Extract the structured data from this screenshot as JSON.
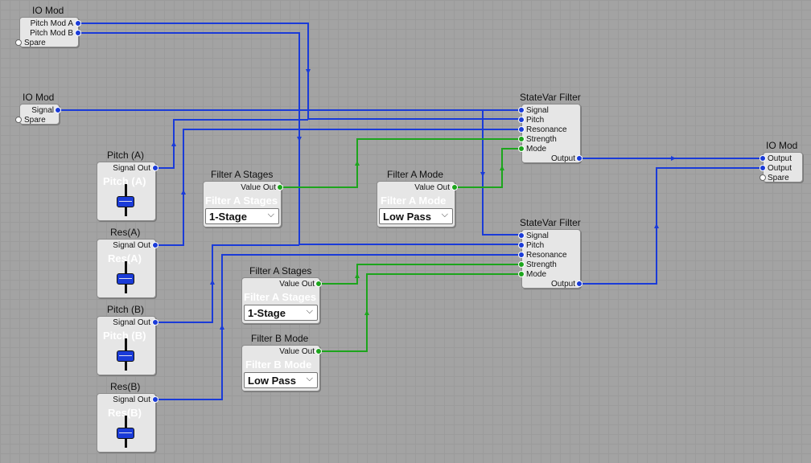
{
  "colors": {
    "wire_blue": "#1a3bd8",
    "wire_green": "#1ca51c"
  },
  "io_mod_top": {
    "title": "IO Mod",
    "ports": [
      "Pitch Mod A",
      "Pitch Mod B",
      "Spare"
    ]
  },
  "io_mod_mid": {
    "title": "IO Mod",
    "ports": [
      "Signal",
      "Spare"
    ]
  },
  "io_mod_right": {
    "title": "IO Mod",
    "ports": [
      "Output",
      "Output",
      "Spare"
    ]
  },
  "knobs": [
    {
      "title": "Pitch (A)",
      "port": "Signal Out",
      "ghost": "Pitch (A)"
    },
    {
      "title": "Res(A)",
      "port": "Signal Out",
      "ghost": "Res(A)"
    },
    {
      "title": "Pitch (B)",
      "port": "Signal Out",
      "ghost": "Pitch (B)"
    },
    {
      "title": "Res(B)",
      "port": "Signal Out",
      "ghost": "Res(B)"
    }
  ],
  "selectors": [
    {
      "title": "Filter A Stages",
      "port": "Value Out",
      "ghost": "Filter A Stages",
      "value": "1-Stage"
    },
    {
      "title": "Filter A Mode",
      "port": "Value Out",
      "ghost": "Filter A Mode",
      "value": "Low Pass"
    },
    {
      "title": "Filter A Stages",
      "port": "Value Out",
      "ghost": "Filter A Stages",
      "value": "1-Stage"
    },
    {
      "title": "Filter B Mode",
      "port": "Value Out",
      "ghost": "Filter B Mode",
      "value": "Low Pass"
    }
  ],
  "filters": [
    {
      "title": "StateVar Filter",
      "inputs": [
        "Signal",
        "Pitch",
        "Resonance",
        "Strength",
        "Mode"
      ],
      "output": "Output"
    },
    {
      "title": "StateVar Filter",
      "inputs": [
        "Signal",
        "Pitch",
        "Resonance",
        "Strength",
        "Mode"
      ],
      "output": "Output"
    }
  ]
}
